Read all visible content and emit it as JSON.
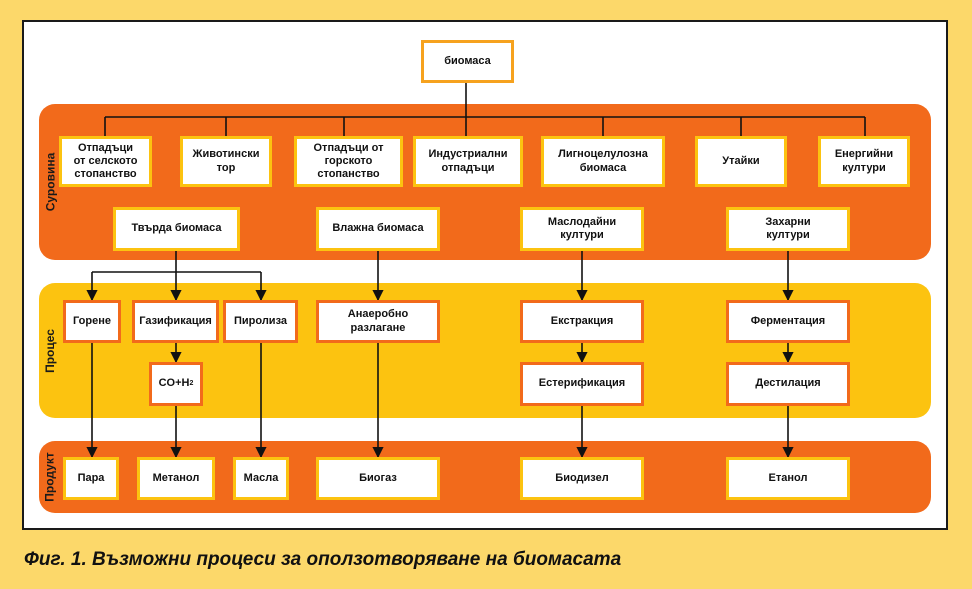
{
  "bands": {
    "raw": "Суровина",
    "process": "Процес",
    "product": "Продукт"
  },
  "nodes": {
    "biomass": "биомаса",
    "agri_waste": "Отпадъци\nот селското\nстопанство",
    "manure": "Животински\nтор",
    "forest_waste": "Отпадъци от\nгорското\nстопанство",
    "industrial_waste": "Индустриални\nотпадъци",
    "lignocellulose": "Лигноцелулозна\nбиомаса",
    "sludge": "Утайки",
    "energy_crops": "Енергийни\nкултури",
    "solid_biomass": "Твърда биомаса",
    "wet_biomass": "Влажна биомаса",
    "oil_crops": "Маслодайни\nкултури",
    "sugar_crops": "Захарни\nкултури",
    "combustion": "Горене",
    "gasification": "Газификация",
    "pyrolysis": "Пиролиза",
    "anaerobic": "Анаеробно\nразлагане",
    "extraction": "Екстракция",
    "esterification": "Естерификация",
    "fermentation": "Ферментация",
    "distillation": "Дестилация",
    "syngas_main": "CO+H",
    "syngas_sub": "2",
    "steam": "Пара",
    "methanol": "Метанол",
    "oils": "Масла",
    "biogas": "Биогаз",
    "biodiesel": "Биодизел",
    "ethanol": "Етанол"
  },
  "caption": "Фиг. 1. Възможни процеси за оползотворяване на биомасата"
}
